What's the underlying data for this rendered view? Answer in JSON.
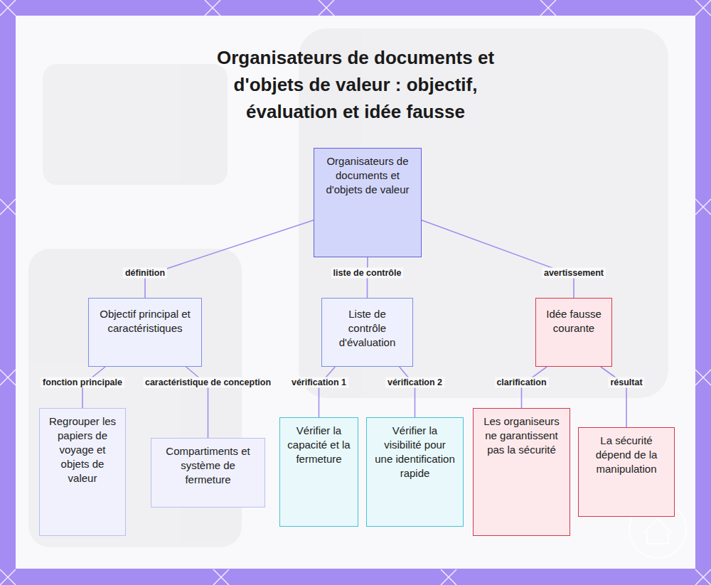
{
  "diagram": {
    "title": "Organisateurs de documents et d'objets de valeur : objectif, évaluation et idée fausse",
    "nodes": [
      {
        "text": [
          "Organisateurs de documents et d'objets de valeur"
        ]
      },
      {
        "text": [
          "Objectif principal et caractéristiques"
        ]
      },
      {
        "text": [
          "Liste de contrôle d'évaluation"
        ]
      },
      {
        "text": [
          "Idée fausse courante"
        ]
      },
      {
        "text": [
          "Regrouper les papiers de voyage et objets de valeur"
        ]
      },
      {
        "text": [
          "Compartiments et système de fermeture"
        ]
      },
      {
        "text": [
          "Vérifier la capacité et la fermeture"
        ]
      },
      {
        "text": [
          "Vérifier la visibilité pour une identification rapide"
        ]
      },
      {
        "text": [
          "Les organiseurs ne garantissent pas la sécurité"
        ]
      },
      {
        "text": [
          "La sécurité dépend de la manipulation"
        ]
      }
    ],
    "edges": [
      {
        "from": 0,
        "to": 1,
        "label": "définition",
        "arrow": "none"
      },
      {
        "from": 0,
        "to": 2,
        "label": "liste de contrôle",
        "arrow": "none"
      },
      {
        "from": 0,
        "to": 3,
        "label": "avertissement",
        "arrow": "none"
      },
      {
        "from": 1,
        "to": 4,
        "label": "fonction principale",
        "arrow": "none"
      },
      {
        "from": 1,
        "to": 5,
        "label": "caractéristique de conception",
        "arrow": "none"
      },
      {
        "from": 2,
        "to": 6,
        "label": "vérification 1",
        "arrow": "none"
      },
      {
        "from": 2,
        "to": 7,
        "label": "vérification 2",
        "arrow": "none"
      },
      {
        "from": 3,
        "to": 8,
        "label": "clarification",
        "arrow": "none"
      },
      {
        "from": 3,
        "to": 9,
        "label": "résultat",
        "arrow": "none"
      }
    ]
  }
}
